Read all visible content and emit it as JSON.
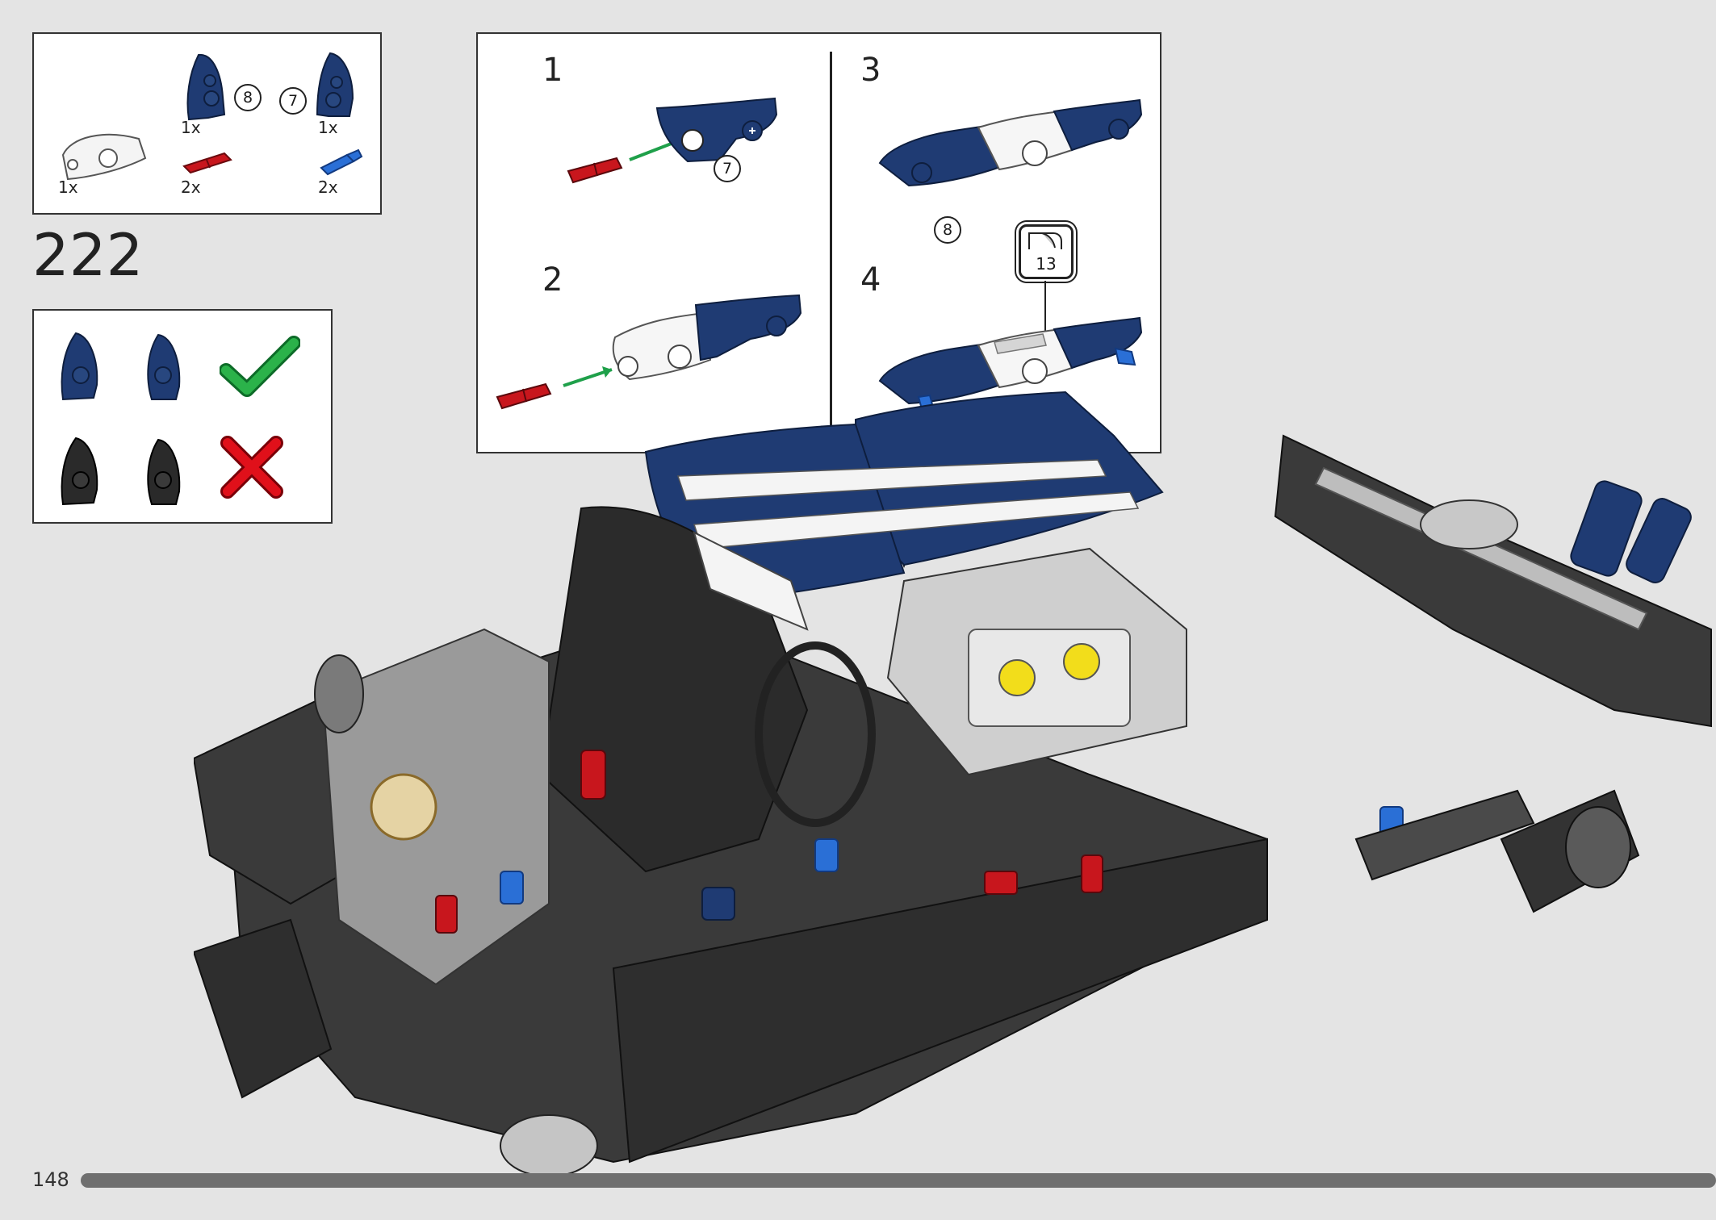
{
  "parts_list": {
    "items": [
      {
        "icon": "blue-panel-left-icon",
        "callout": "8",
        "qty": "1x"
      },
      {
        "icon": "blue-panel-right-icon",
        "callout": "7",
        "qty": "1x"
      },
      {
        "icon": "white-curved-panel-icon",
        "qty": "1x"
      },
      {
        "icon": "red-axle-pin-icon",
        "qty": "2x"
      },
      {
        "icon": "blue-axle-pin-icon",
        "qty": "2x"
      }
    ]
  },
  "step_number": "222",
  "orientation_check": {
    "correct_icon": "check-mark-icon",
    "wrong_icon": "cross-mark-icon",
    "colors": {
      "correct": "#2bb24a",
      "wrong": "#e0101a",
      "blue": "#1f3b73",
      "black": "#2a2a2a"
    }
  },
  "substeps": [
    {
      "number": "1",
      "callout": "7"
    },
    {
      "number": "2"
    },
    {
      "number": "3",
      "callout": "8"
    },
    {
      "number": "4",
      "sticker": "13"
    }
  ],
  "page_number": "148",
  "colors": {
    "dark_blue": "#1f3b73",
    "red": "#c8161d",
    "green_arrow": "#1fa04a",
    "bright_blue": "#2a6fd6",
    "dark_gray": "#3a3a3a",
    "light_gray": "#bdbdbd",
    "yellow": "#f2dd1b",
    "tan": "#e5d3a4"
  }
}
